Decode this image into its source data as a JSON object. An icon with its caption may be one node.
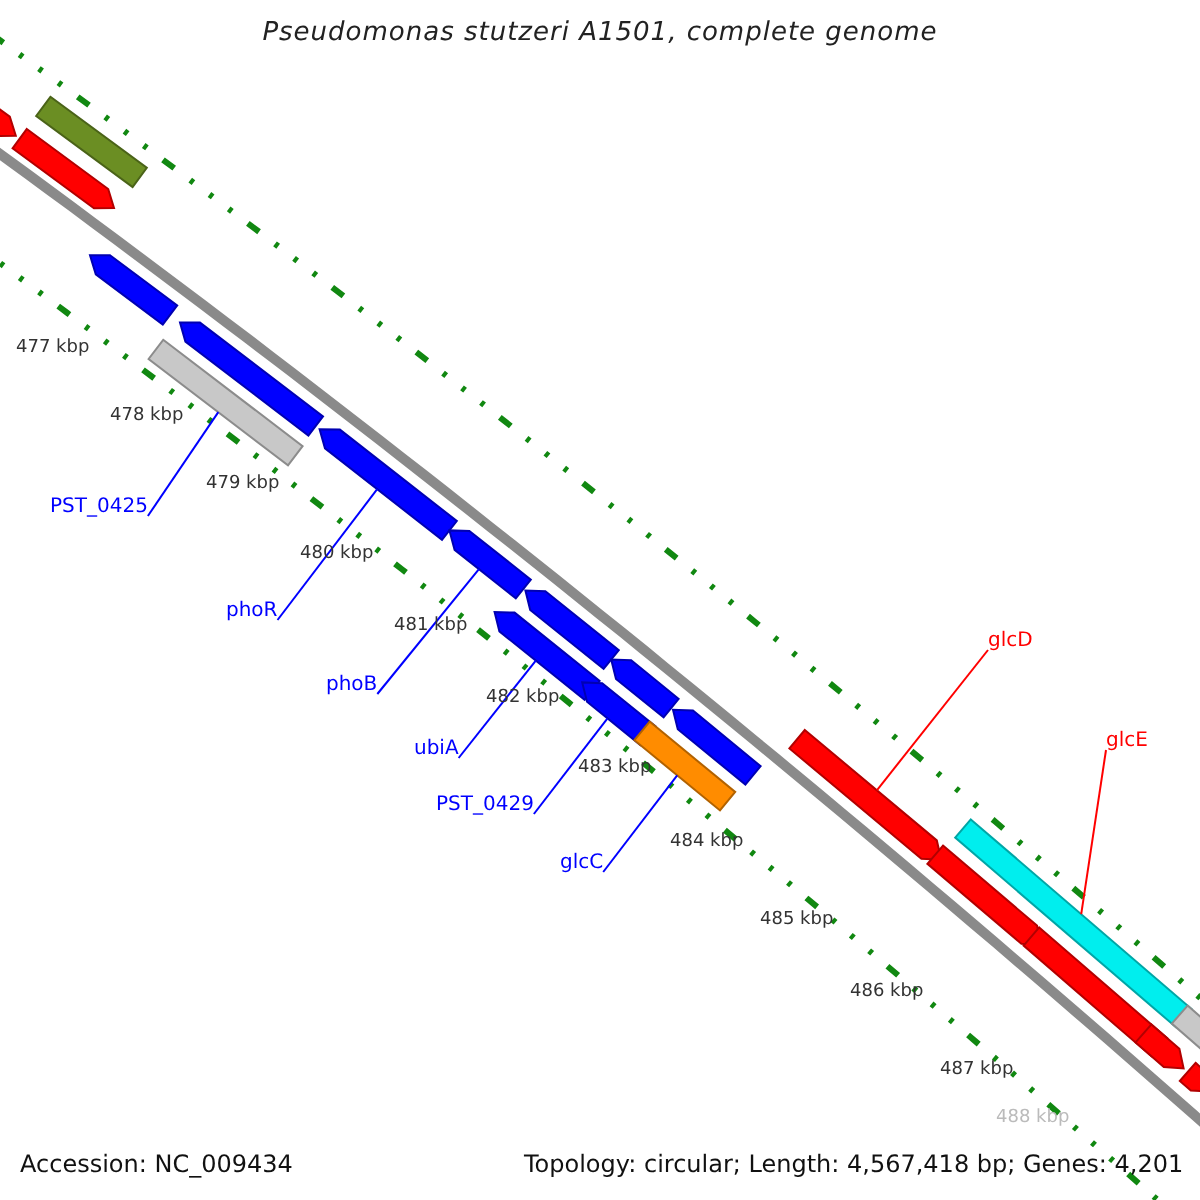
{
  "diagram": {
    "title": "Pseudomonas stutzeri A1501, complete genome",
    "nodes": [
      {
        "text": [
          "PST_0425"
        ]
      },
      {
        "text": [
          "phoR"
        ]
      },
      {
        "text": [
          "phoB"
        ]
      },
      {
        "text": [
          "ubiA"
        ]
      },
      {
        "text": [
          "PST_0429"
        ]
      },
      {
        "text": [
          "glcC"
        ]
      },
      {
        "text": [
          "glcD"
        ]
      },
      {
        "text": [
          "glcE"
        ]
      },
      {
        "text": [],
        "shape": "bar"
      },
      {
        "text": [],
        "shape": "bar"
      },
      {
        "text": [],
        "shape": "bar"
      },
      {
        "text": [],
        "shape": "bar"
      },
      {
        "text": [],
        "shape": "bar"
      },
      {
        "text": [],
        "shape": "bar"
      },
      {
        "text": [],
        "shape": "bar"
      },
      {
        "text": [],
        "shape": "bar"
      },
      {
        "text": [],
        "shape": "bar"
      },
      {
        "text": [],
        "shape": "bar"
      },
      {
        "text": [],
        "shape": "bar"
      },
      {
        "text": [],
        "shape": "bar"
      },
      {
        "text": [],
        "shape": "bar"
      },
      {
        "text": [],
        "shape": "bar"
      },
      {
        "text": [],
        "shape": "bar"
      },
      {
        "text": [],
        "shape": "bar"
      },
      {
        "text": [],
        "shape": "bar"
      },
      {
        "text": [],
        "shape": "bar"
      },
      {
        "text": [],
        "shape": "bar"
      },
      {
        "text": [],
        "shape": "bar"
      },
      {
        "text": [],
        "shape": "bar"
      }
    ],
    "edges": [
      {
        "from": 0,
        "to": 13,
        "arrow": "none"
      },
      {
        "from": 1,
        "to": 14,
        "arrow": "none"
      },
      {
        "from": 2,
        "to": 15,
        "arrow": "none"
      },
      {
        "from": 3,
        "to": 17,
        "arrow": "none"
      },
      {
        "from": 4,
        "to": 19,
        "arrow": "none"
      },
      {
        "from": 5,
        "to": 21,
        "arrow": "none"
      },
      {
        "from": 6,
        "to": 22,
        "arrow": "none",
        "color": "#ff0000"
      },
      {
        "from": 7,
        "to": 23,
        "arrow": "none",
        "color": "#ff0000"
      }
    ],
    "labels": [
      "477 kbp",
      "478 kbp",
      "479 kbp",
      "480 kbp",
      "481 kbp",
      "482 kbp",
      "483 kbp",
      "484 kbp",
      "485 kbp",
      "486 kbp",
      "487 kbp",
      "488 kbp",
      "Accession: NC_009434",
      "Topology: circular; Length: 4,567,418 bp; Genes: 4,201"
    ]
  }
}
